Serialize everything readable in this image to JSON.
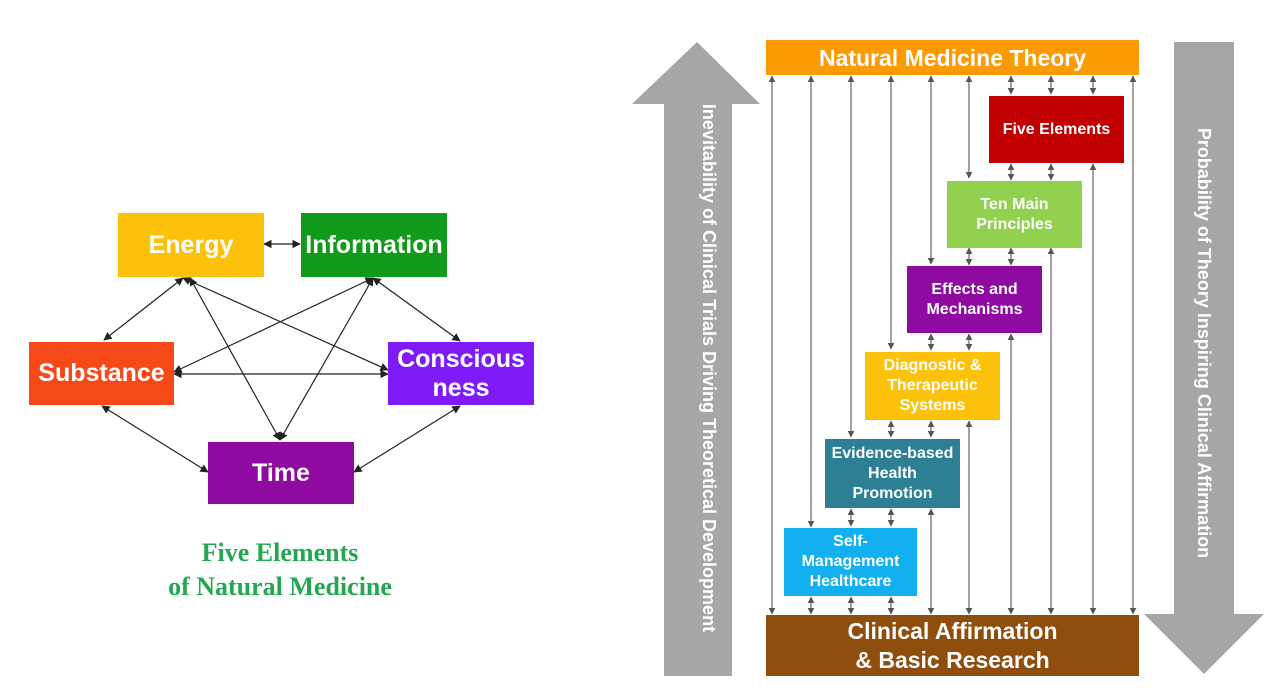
{
  "left_diagram": {
    "energy": "Energy",
    "information": "Information",
    "substance": "Substance",
    "consciousness": "Conscious ness",
    "time": "Time",
    "caption_line1": "Five Elements",
    "caption_line2": "of Natural Medicine"
  },
  "right_diagram": {
    "top_bar": "Natural Medicine Theory",
    "bottom_bar_line1": "Clinical Affirmation",
    "bottom_bar_line2": "& Basic Research",
    "steps": {
      "five_elements": "Five Elements",
      "ten_principles": "Ten Main Principles",
      "effects": "Effects and Mechanisms",
      "diagnostic": "Diagnostic & Therapeutic Systems",
      "evidence": "Evidence-based Health Promotion",
      "self_management": "Self-Management Healthcare"
    },
    "left_arrow_label": "Inevitability of Clinical Trials Driving Theoretical Development",
    "right_arrow_label": "Probability of Theory Inspiring  Clinical Affirmation"
  },
  "colors": {
    "energy": "#fcc10a",
    "information": "#129a1a",
    "substance": "#f5491a",
    "consciousness": "#7f1bf6",
    "time": "#8e0aa0",
    "top_bar": "#fb9a02",
    "bottom_bar": "#8f4e0e",
    "five_elements": "#c00000",
    "ten_principles": "#92d050",
    "effects": "#8e0aa0",
    "diagnostic": "#fcc10a",
    "evidence": "#2d7f96",
    "self_management": "#12b0ef",
    "caption": "#22a850",
    "arrow_gray": "#a6a6a6"
  }
}
